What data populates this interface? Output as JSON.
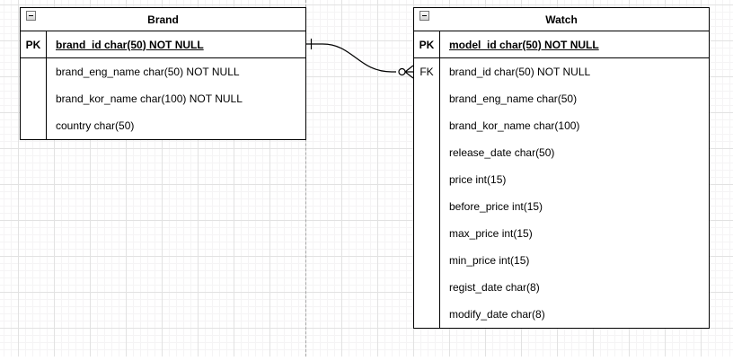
{
  "diagram": {
    "canvas": {
      "background_color": "#ffffff",
      "major_grid_color": "#e2e2e2",
      "minor_grid_color": "#f5f4f5",
      "page_break_color": "#a6a6a6",
      "entity_border_color": "#000000",
      "text_color": "#000000"
    },
    "tables": [
      {
        "title": "Brand",
        "collapse_icon": "minus-box",
        "rows": [
          {
            "key": "PK",
            "text": "brand_id char(50) NOT NULL",
            "emphasis": true
          },
          {
            "key": "",
            "text": "brand_eng_name char(50) NOT NULL"
          },
          {
            "key": "",
            "text": "brand_kor_name char(100) NOT NULL"
          },
          {
            "key": "",
            "text": "country char(50)"
          }
        ]
      },
      {
        "title": "Watch",
        "collapse_icon": "minus-box",
        "rows": [
          {
            "key": "PK",
            "text": "model_id char(50) NOT NULL",
            "emphasis": true
          },
          {
            "key": "FK",
            "text": "brand_id char(50) NOT NULL"
          },
          {
            "key": "",
            "text": "brand_eng_name char(50)"
          },
          {
            "key": "",
            "text": "brand_kor_name char(100)"
          },
          {
            "key": "",
            "text": "release_date char(50)"
          },
          {
            "key": "",
            "text": "price int(15)"
          },
          {
            "key": "",
            "text": "before_price int(15)"
          },
          {
            "key": "",
            "text": "max_price int(15)"
          },
          {
            "key": "",
            "text": "min_price int(15)"
          },
          {
            "key": "",
            "text": "regist_date char(8)"
          },
          {
            "key": "",
            "text": "modify_date char(8)"
          }
        ]
      }
    ],
    "relationship": {
      "from_table": "Brand",
      "from_attribute": "brand_id char(50) NOT NULL",
      "from_cardinality": "exactly-one",
      "to_table": "Watch",
      "to_attribute": "brand_id char(50) NOT NULL",
      "to_cardinality": "zero-or-many",
      "line_color": "#000000"
    }
  }
}
